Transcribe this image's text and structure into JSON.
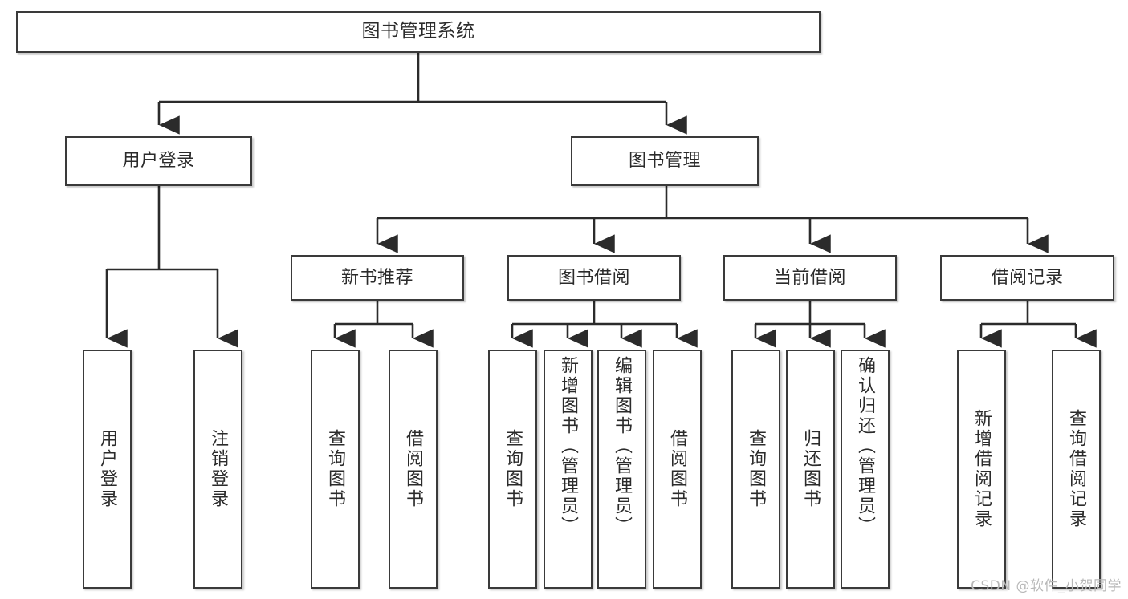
{
  "diagram": {
    "title": "图书管理系统",
    "type": "tree-hierarchy-diagram",
    "watermark": "CSDN @软件_小贺同学",
    "colors": {
      "background": "#ffffff",
      "node_border": "#3a3a3a",
      "node_fill": "#ffffff",
      "edge": "#2b2b2b",
      "text": "#2b2b2b",
      "watermark": "#b8b8b8"
    },
    "levels": {
      "root": {
        "label": "图书管理系统"
      },
      "level2": [
        {
          "id": "user-login",
          "label": "用户登录"
        },
        {
          "id": "book-management",
          "label": "图书管理"
        }
      ],
      "level3": [
        {
          "id": "new-book-recommend",
          "label": "新书推荐"
        },
        {
          "id": "book-borrow",
          "label": "图书借阅"
        },
        {
          "id": "current-borrow",
          "label": "当前借阅"
        },
        {
          "id": "borrow-record",
          "label": "借阅记录"
        }
      ],
      "leaves": {
        "user_login": [
          {
            "id": "leaf-user-login",
            "label": "用户登录"
          },
          {
            "id": "leaf-user-logout",
            "label": "注销登录"
          }
        ],
        "new_book_recommend": [
          {
            "id": "leaf-query-book-1",
            "label": "查询图书"
          },
          {
            "id": "leaf-borrow-book-1",
            "label": "借阅图书"
          }
        ],
        "book_borrow": [
          {
            "id": "leaf-query-book-2",
            "label": "查询图书"
          },
          {
            "id": "leaf-add-book",
            "label": "新增图书（管理员）"
          },
          {
            "id": "leaf-edit-book",
            "label": "编辑图书（管理员）"
          },
          {
            "id": "leaf-borrow-book-2",
            "label": "借阅图书"
          }
        ],
        "current_borrow": [
          {
            "id": "leaf-query-book-3",
            "label": "查询图书"
          },
          {
            "id": "leaf-return-book",
            "label": "归还图书"
          },
          {
            "id": "leaf-confirm-return",
            "label": "确认归还（管理员）"
          }
        ],
        "borrow_record": [
          {
            "id": "leaf-add-record",
            "label": "新增借阅记录"
          },
          {
            "id": "leaf-query-record",
            "label": "查询借阅记录"
          }
        ]
      }
    }
  }
}
